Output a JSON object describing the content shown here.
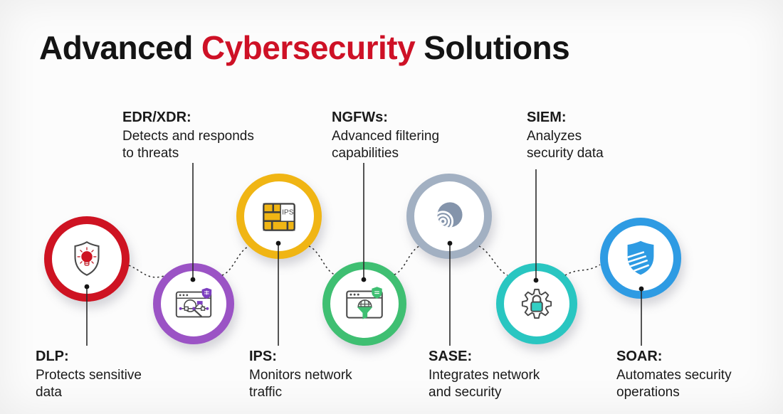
{
  "title": {
    "prefix": "Advanced",
    "highlight": "Cybersecurity",
    "suffix": "Solutions",
    "highlight_color": "#ce1126",
    "text_color": "#141414"
  },
  "circles": [
    {
      "id": "dlp-circle",
      "color": "#ce1322",
      "icon": "shield-lightbulb-icon"
    },
    {
      "id": "edr-circle",
      "color": "#9b53c5",
      "icon": "browser-network-scan-icon"
    },
    {
      "id": "ips-circle",
      "color": "#f0b514",
      "icon": "firewall-bricks-icon",
      "icon_text": "IPS"
    },
    {
      "id": "ngfw-circle",
      "color": "#3fbf72",
      "icon": "browser-filter-globe-icon"
    },
    {
      "id": "siem-circle",
      "color": "#a2b0c2",
      "icon": "radar-signal-icon"
    },
    {
      "id": "sase-circle",
      "color": "#29c6c1",
      "icon": "gear-lock-icon"
    },
    {
      "id": "soar-circle",
      "color": "#2e9be3",
      "icon": "layered-shield-icon"
    }
  ],
  "labels": [
    {
      "id": "dlp",
      "heading": "DLP:",
      "line1": "Protects sensitive",
      "line2": "data",
      "position": "bottom"
    },
    {
      "id": "edr",
      "heading": "EDR/XDR:",
      "line1": "Detects and responds",
      "line2": "to threats",
      "position": "top"
    },
    {
      "id": "ips",
      "heading": "IPS:",
      "line1": "Monitors network",
      "line2": "traffic",
      "position": "bottom"
    },
    {
      "id": "ngfw",
      "heading": "NGFWs:",
      "line1": "Advanced filtering",
      "line2": "capabilities",
      "position": "top"
    },
    {
      "id": "siem",
      "heading": "SIEM:",
      "line1": "Analyzes",
      "line2": "security data",
      "position": "top"
    },
    {
      "id": "sase",
      "heading": "SASE:",
      "line1": "Integrates network",
      "line2": "and security",
      "position": "bottom"
    },
    {
      "id": "soar",
      "heading": "SOAR:",
      "line1": "Automates security",
      "line2": "operations",
      "position": "bottom"
    }
  ]
}
